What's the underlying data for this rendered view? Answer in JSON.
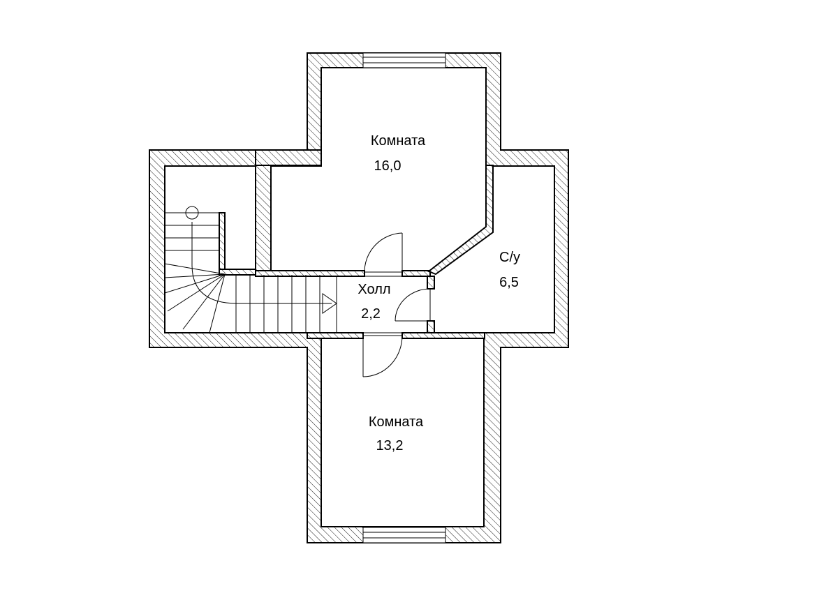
{
  "rooms": [
    {
      "name": "Комната",
      "area": "16,0"
    },
    {
      "name": "С/у",
      "area": "6,5"
    },
    {
      "name": "Холл",
      "area": "2,2"
    },
    {
      "name": "Комната",
      "area": "13,2"
    }
  ],
  "colors": {
    "wall_fill": "#ffffff",
    "hatch": "#000000",
    "line": "#000000"
  }
}
